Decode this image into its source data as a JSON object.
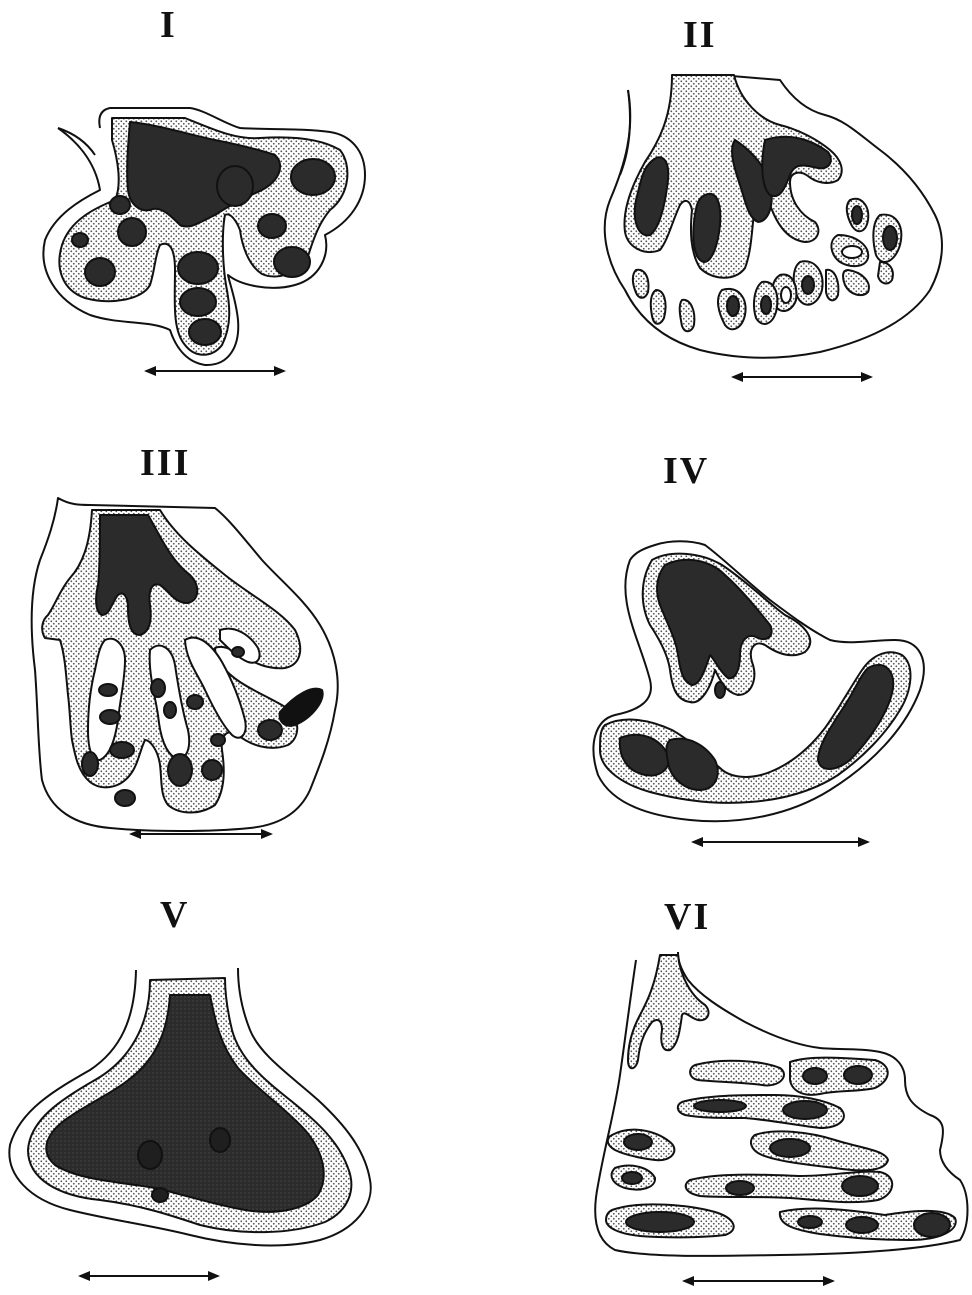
{
  "figure": {
    "panels": [
      {
        "label": "I"
      },
      {
        "label": "II"
      },
      {
        "label": "III"
      },
      {
        "label": "IV"
      },
      {
        "label": "V"
      },
      {
        "label": "VI"
      }
    ]
  },
  "colors": {
    "outline": "#111111",
    "stipple_dot": "#555555",
    "dark_fill": "#2b2b2b",
    "background": "#ffffff"
  }
}
